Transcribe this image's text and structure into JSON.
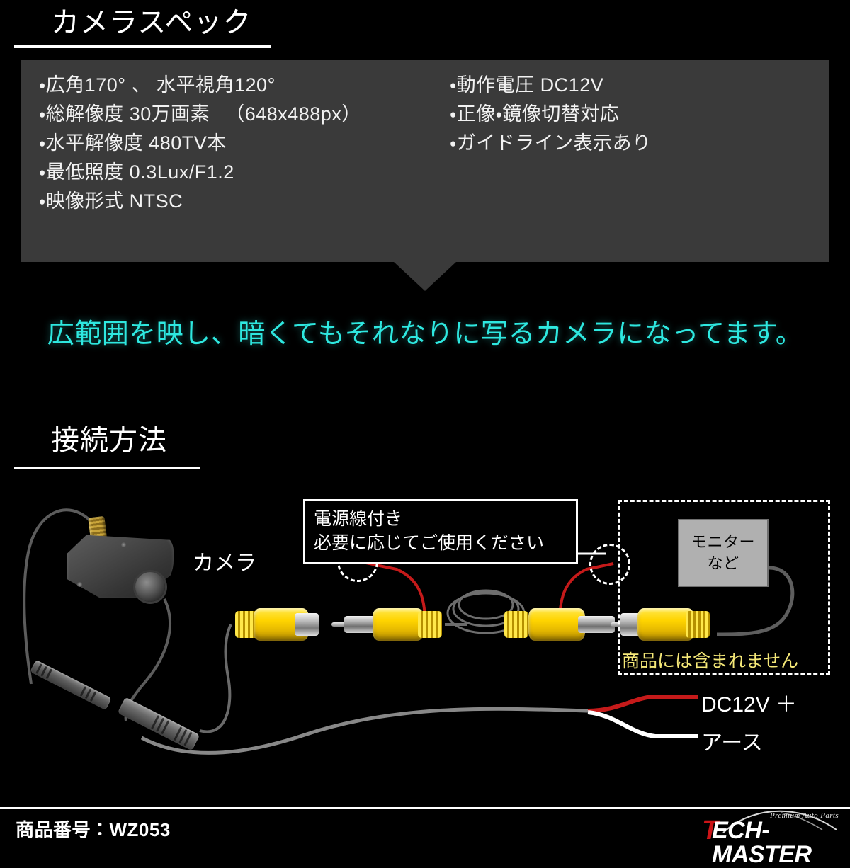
{
  "sections": {
    "spec": {
      "title": "カメラスペック",
      "left_items": [
        "・広角170° 、 水平視角120°",
        "・総解像度 30万画素 　（648x488px）",
        "・水平解像度 480TV本",
        "・最低照度 0.3Lux/F1.2",
        "・映像形式 NTSC"
      ],
      "right_items": [
        "・動作電圧 DC12V",
        "・正像・鏡像切替対応",
        "・ガイドライン表示あり"
      ]
    },
    "tagline": "広範囲を映し、暗くてもそれなりに写るカメラになってます。",
    "wiring": {
      "title": "接続方法",
      "camera_label": "カメラ",
      "callout": {
        "line1": "電源線付き",
        "line2": "必要に応じてご使用ください"
      },
      "monitor_box": {
        "line1": "モニター",
        "line2": "など"
      },
      "not_included": "商品には含まれません",
      "power_label": "DC12V ＋",
      "ground_label": "アース"
    }
  },
  "footer": {
    "sku_label": "商品番号：WZ053",
    "brand_t": "T",
    "brand_word": "ECH-MASTER",
    "brand_tagline": "Premium Auto Parts"
  },
  "colors": {
    "background": "#000000",
    "panel_gray": "#3a3a3a",
    "accent_cyan": "#2ee8e0",
    "warning_yellow": "#f5e878",
    "connector_yellow": "#ffd400",
    "power_red": "#c51a1a",
    "brand_red": "#cc1417"
  }
}
